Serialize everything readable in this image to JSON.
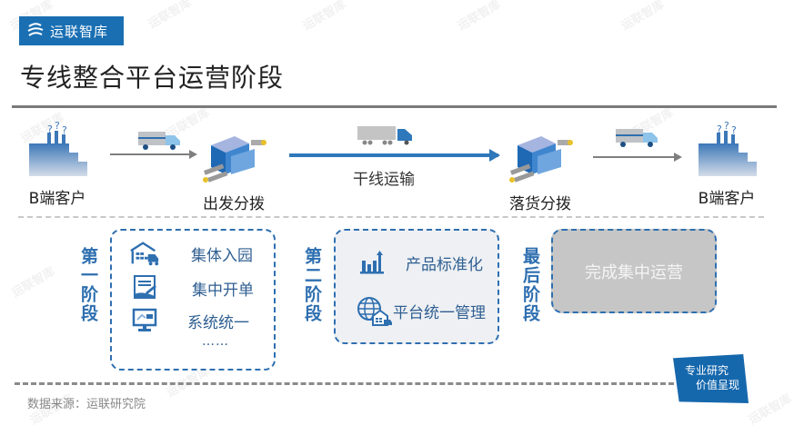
{
  "header": {
    "logo_text": "运联智库",
    "title": "专线整合平台运营阶段"
  },
  "flow": {
    "nodes": [
      {
        "label": "B端客户",
        "icon": "factory-icon"
      },
      {
        "label": "出发分拨",
        "icon": "sorting-center-icon"
      },
      {
        "label": "落货分拨",
        "icon": "sorting-center-icon"
      },
      {
        "label": "B端客户",
        "icon": "factory-icon"
      }
    ],
    "trunk_label": "干线运输",
    "vehicles": [
      "van-icon",
      "semi-truck-icon",
      "van-icon"
    ]
  },
  "stages": [
    {
      "label": "第一阶段",
      "items": [
        {
          "text": "集体入园",
          "icon": "warehouse-truck-icon"
        },
        {
          "text": "集中开单",
          "icon": "document-sign-icon"
        },
        {
          "text": "系统统一",
          "icon": "monitor-icon"
        }
      ],
      "more": "……"
    },
    {
      "label": "第二阶段",
      "items": [
        {
          "text": "产品标准化",
          "icon": "bar-chart-icon"
        },
        {
          "text": "平台统一管理",
          "icon": "globe-warehouse-icon"
        }
      ]
    },
    {
      "label": "最后阶段",
      "items": [
        {
          "text": "完成集中运营"
        }
      ]
    }
  ],
  "footer": {
    "source": "数据来源：运联研究院",
    "slogan_line1": "专业研究",
    "slogan_line2": "价值呈现"
  },
  "watermark": "运联智库",
  "colors": {
    "brand_blue": "#1a6fb3",
    "stage_blue": "#2e6fb0",
    "arrow_gray": "#7f7f7f",
    "final_box_gray": "#c6c6c6"
  }
}
